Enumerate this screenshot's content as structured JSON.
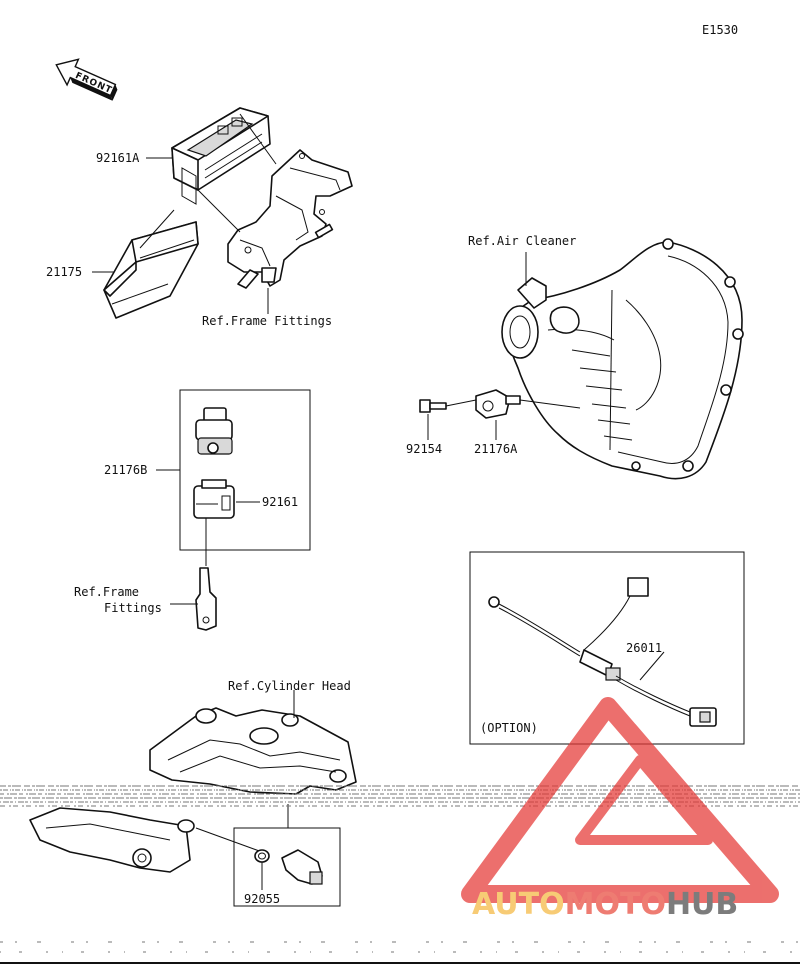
{
  "diagram_code": "E1530",
  "front_indicator": "FRONT",
  "labels": {
    "p92161A": "92161A",
    "p21175": "21175",
    "ref_frame_top": "Ref.Frame Fittings",
    "ref_air_cleaner": "Ref.Air Cleaner",
    "p92154": "92154",
    "p21176A": "21176A",
    "p21176B": "21176B",
    "p92161": "92161",
    "ref_frame_mid_1": "Ref.Frame",
    "ref_frame_mid_2": "Fittings",
    "p26011": "26011",
    "option": "(OPTION)",
    "ref_cylinder_head": "Ref.Cylinder Head",
    "p92055": "92055"
  },
  "watermark": {
    "part1": "AUTO",
    "part2": "MOTO",
    "part3": "HUB",
    "color1": "#f5b841",
    "color2": "#e84b3c",
    "color3": "#4a4a4a",
    "triangle_color": "#e53935"
  }
}
